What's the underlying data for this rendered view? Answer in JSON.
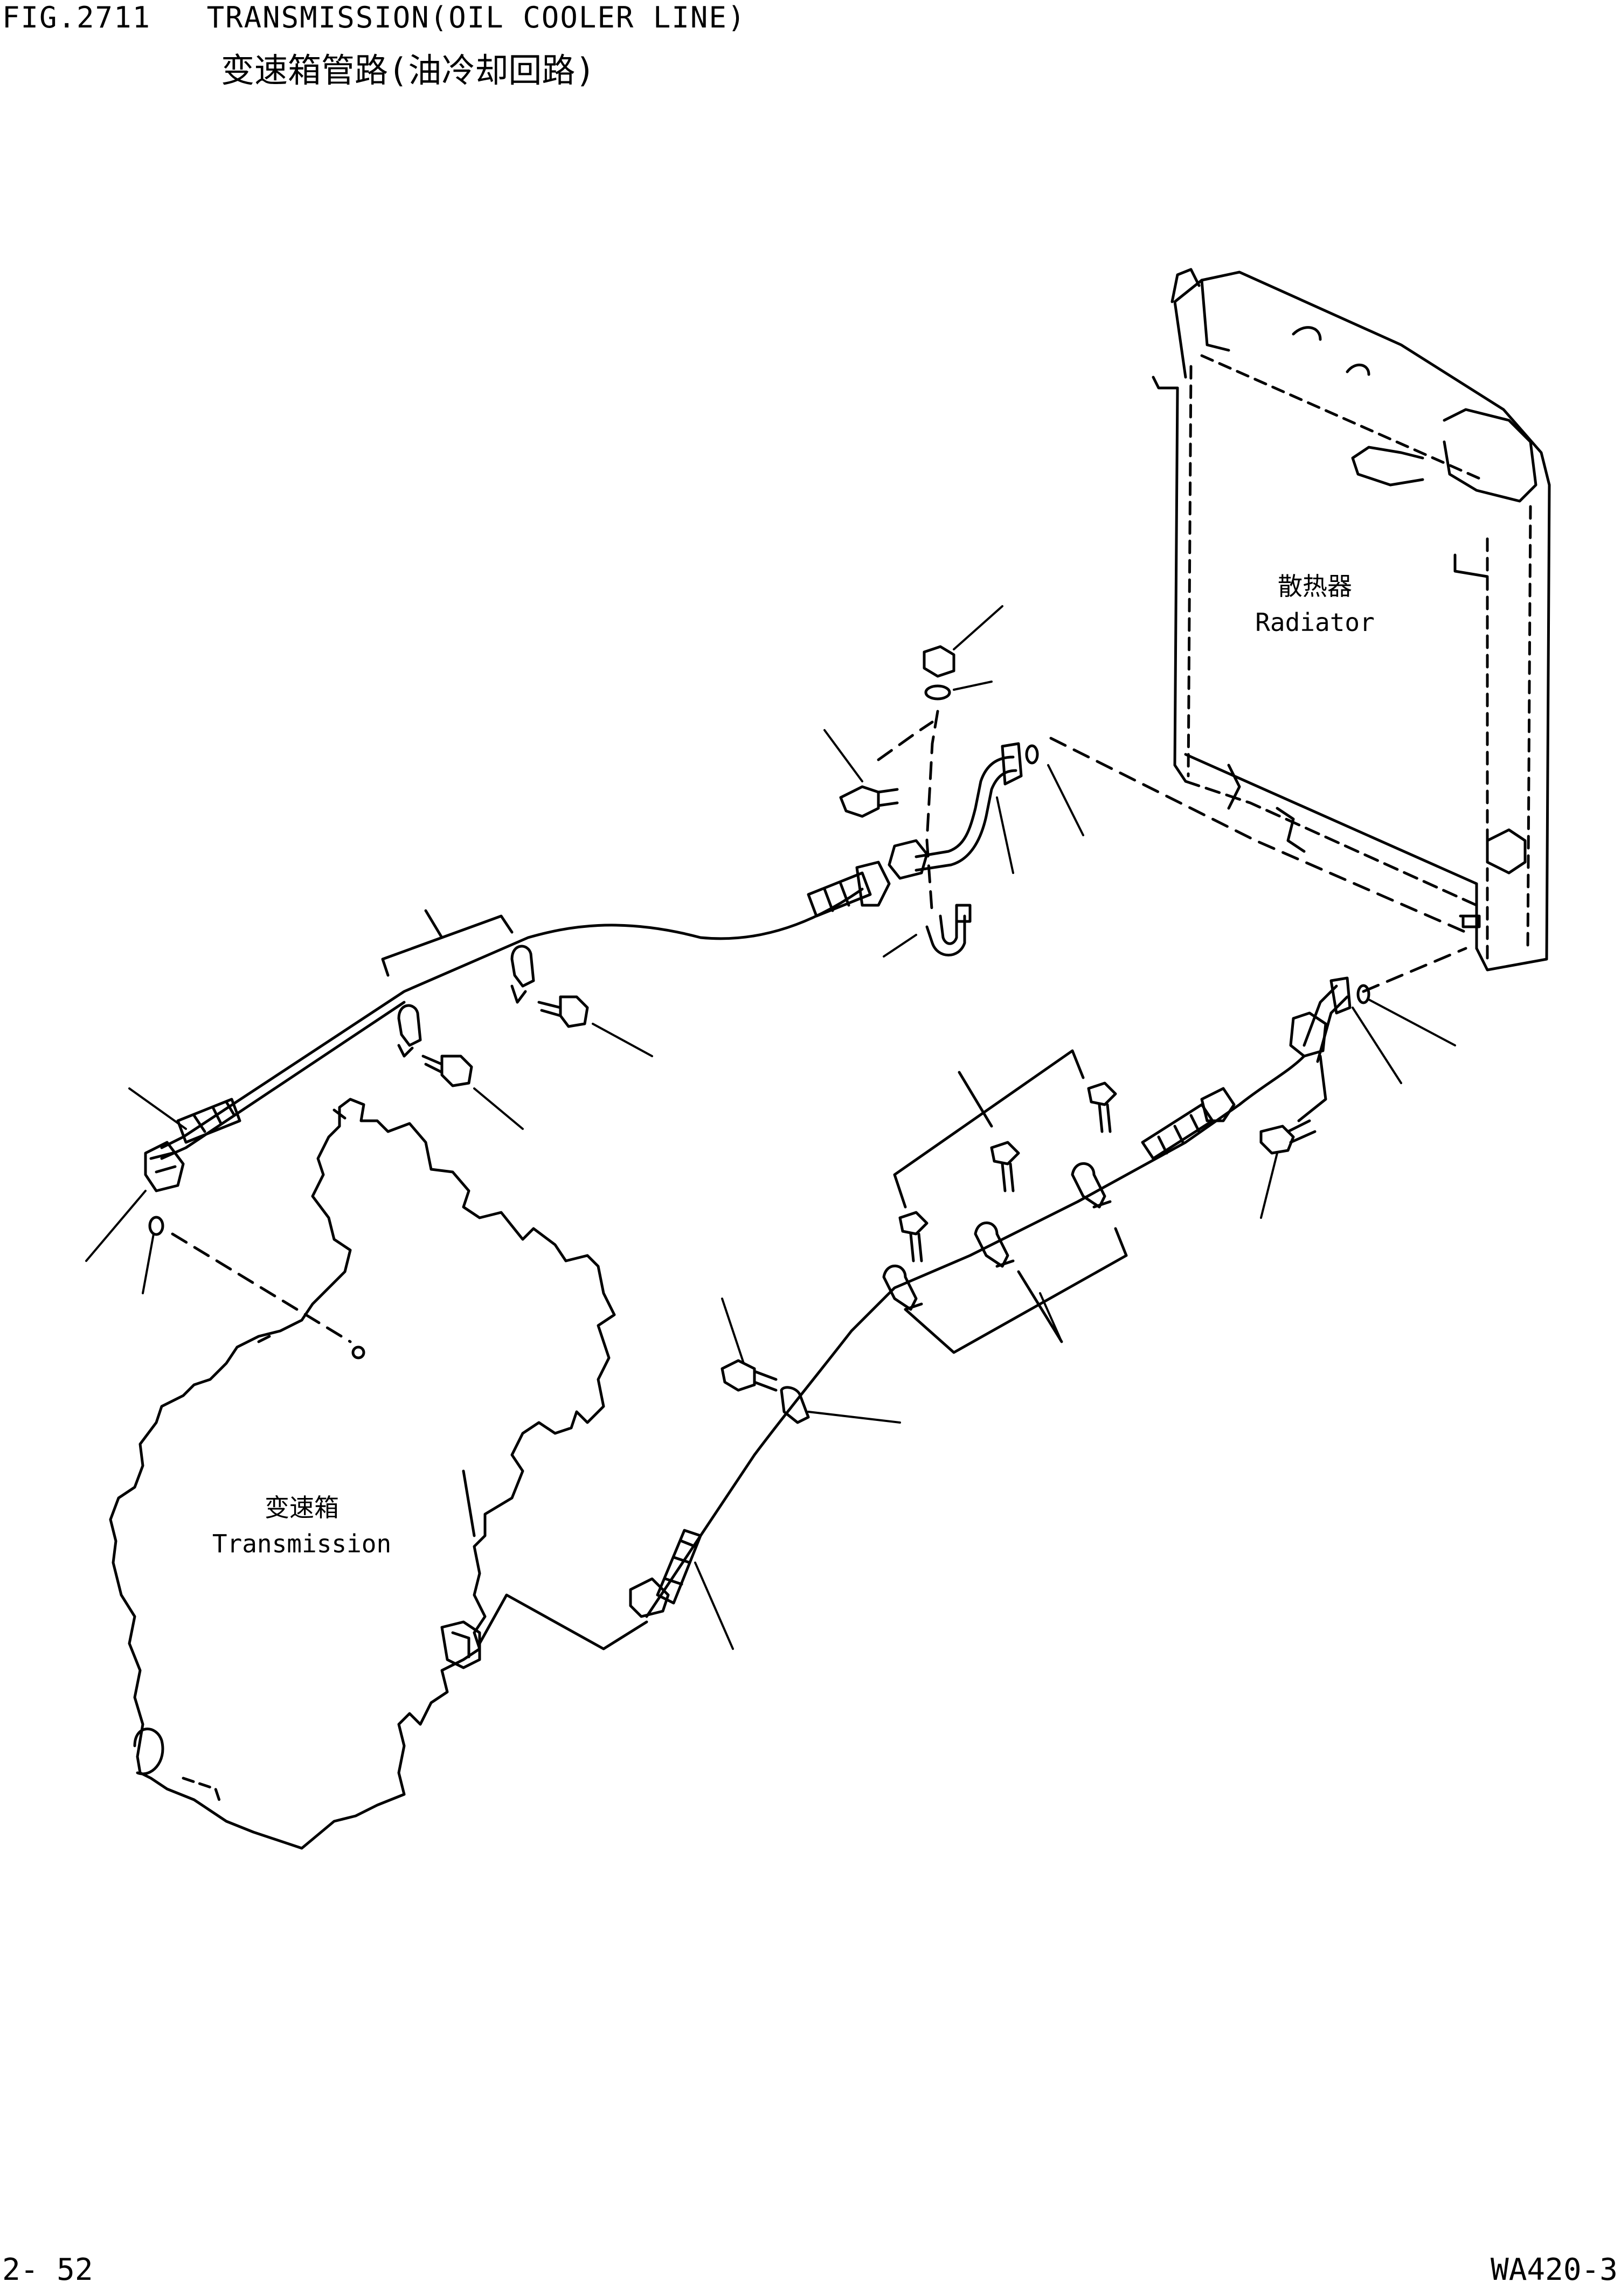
{
  "header": {
    "figure_title_en": "FIG.2711   TRANSMISSION(OIL COOLER LINE)",
    "figure_title_cn": "变速箱管路(油冷却回路)"
  },
  "labels": {
    "radiator_cn": "散热器",
    "radiator_en": "Radiator",
    "transmission_cn": "变速箱",
    "transmission_en": "Transmission"
  },
  "footer": {
    "page_number": "2- 52",
    "model": "WA420-3"
  }
}
